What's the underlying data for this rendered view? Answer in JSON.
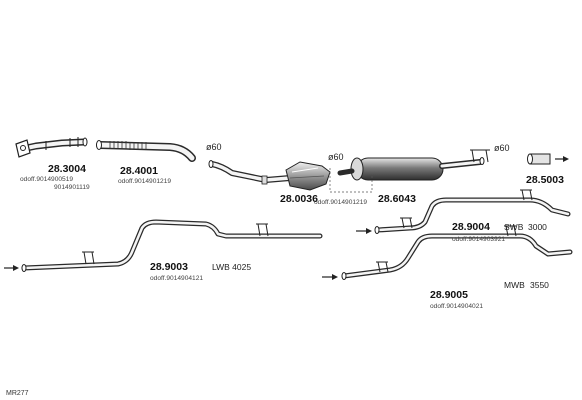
{
  "parts": {
    "p1": {
      "number": "28.3004",
      "odoc": "odoff.9014900519",
      "odoc2": "9014901119"
    },
    "p2": {
      "number": "28.4001",
      "odoc": "odoff.9014901219"
    },
    "p3": {
      "number": "28.0036",
      "odoc": "odoff.9014901219"
    },
    "p4": {
      "number": "28.6043"
    },
    "p5": {
      "number": "28.5003"
    },
    "p6": {
      "number": "28.9004",
      "odoc": "odoff.9014903921",
      "variant": "SWB",
      "length": "3000"
    },
    "p7": {
      "number": "28.9003",
      "odoc": "odoff.9014904121",
      "variant": "LWB 4025"
    },
    "p8": {
      "number": "28.9005",
      "odoc": "odoff.9014904021",
      "variant": "MWB",
      "length": "3550"
    }
  },
  "diameters": {
    "d1": "ø60",
    "d2": "ø60",
    "d3": "ø60"
  },
  "reference": "MR277"
}
